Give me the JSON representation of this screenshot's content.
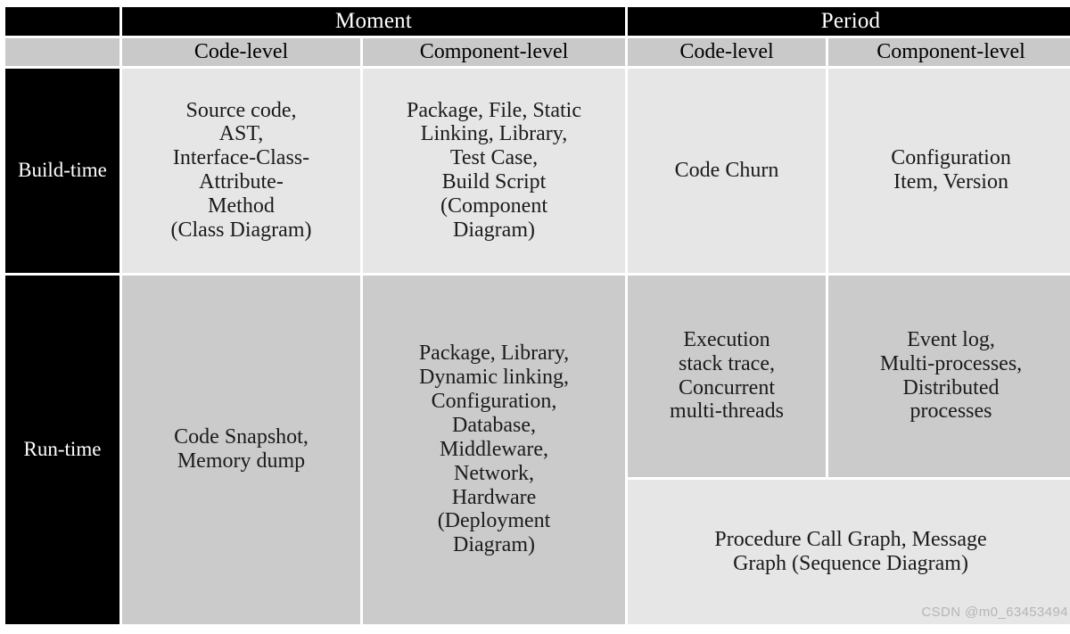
{
  "table": {
    "top_headers": [
      {
        "label": "",
        "span": 1
      },
      {
        "label": "Moment",
        "span": 2
      },
      {
        "label": "Period",
        "span": 2
      }
    ],
    "sub_headers": [
      "",
      "Code-level",
      "Component-level",
      "Code-level",
      "Component-level"
    ],
    "rows": [
      {
        "stub": "Build-time",
        "moment_code": "Source code,\nAST,\nInterface-Class-\nAttribute-\nMethod\n(Class Diagram)",
        "moment_component": "Package, File, Static\nLinking, Library,\nTest Case,\nBuild Script\n(Component\nDiagram)",
        "period_code": "Code Churn",
        "period_component": "Configuration\nItem, Version"
      },
      {
        "stub": "Run-time",
        "moment_code": "Code Snapshot,\nMemory dump",
        "moment_component": "Package, Library,\nDynamic  linking,\nConfiguration,\nDatabase,\nMiddleware,\nNetwork,\nHardware\n(Deployment\nDiagram)",
        "period_code": "Execution\nstack trace,\nConcurrent\nmulti-threads",
        "period_component": "Event log,\nMulti-processes,\nDistributed\nprocesses",
        "period_merged": "Procedure Call Graph, Message\nGraph (Sequence Diagram)"
      }
    ]
  },
  "watermark": "CSDN @m0_63453494",
  "colors": {
    "header_band": "#000000",
    "header_band_text": "#ffffff",
    "sub_header": "#c9c9c9",
    "row_build_time": "#e6e6e6",
    "row_run_time": "#cbcbcb",
    "stub": "#000000",
    "stub_text": "#ffffff",
    "gridline": "#ffffff"
  }
}
